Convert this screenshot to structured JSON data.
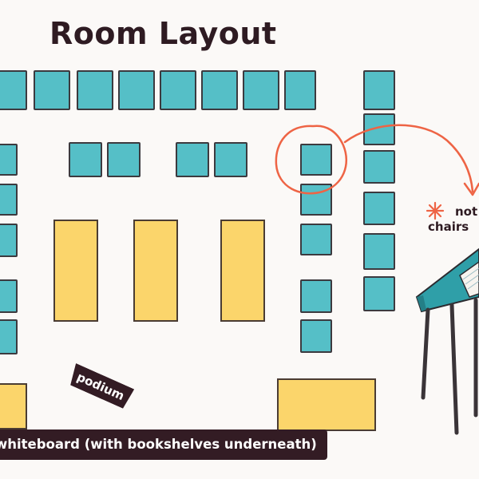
{
  "title": "Room Layout",
  "labels": {
    "whiteboard": "whiteboard (with bookshelves underneath)",
    "podium": "podium",
    "note_line1": "not",
    "note_line2": "chairs"
  },
  "colors": {
    "desk": "#55bfc7",
    "table": "#fbd56b",
    "annotation": "#ee6445",
    "label_background": "#331c24",
    "title_text": "#2e1b22"
  },
  "icons": {
    "annotation_marker": "asterisk-icon",
    "connector": "curved-arrow-icon",
    "highlight": "circle-highlight-icon",
    "illustration": "student-desk-icon"
  }
}
